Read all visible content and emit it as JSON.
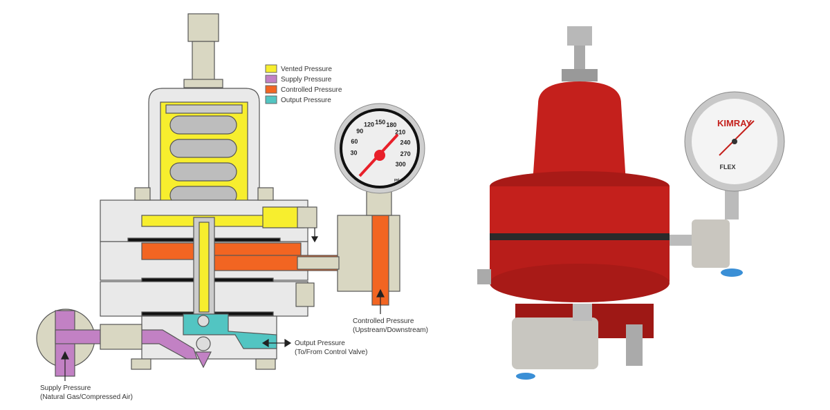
{
  "legend": [
    {
      "label": "Vented Pressure",
      "color": "#f7ee2e"
    },
    {
      "label": "Supply Pressure",
      "color": "#c281c4"
    },
    {
      "label": "Controlled Pressure",
      "color": "#f26522"
    },
    {
      "label": "Output Pressure",
      "color": "#52c5c2"
    }
  ],
  "gauge": {
    "ticks": [
      "30",
      "60",
      "90",
      "120",
      "150",
      "180",
      "210",
      "240",
      "270",
      "300"
    ],
    "unit": "psi",
    "needle_color": "#e8202a"
  },
  "callouts": {
    "supply_line1": "Supply Pressure",
    "supply_line2": "(Natural Gas/Compressed Air)",
    "output_line1": "Output Pressure",
    "output_line2": "(To/From Control Valve)",
    "controlled_line1": "Controlled Pressure",
    "controlled_line2": "(Upstream/Downstream)"
  },
  "photo": {
    "gauge_brand": "KIMRAY",
    "gauge_sub": "FLEX",
    "body_color": "#c4201c"
  }
}
